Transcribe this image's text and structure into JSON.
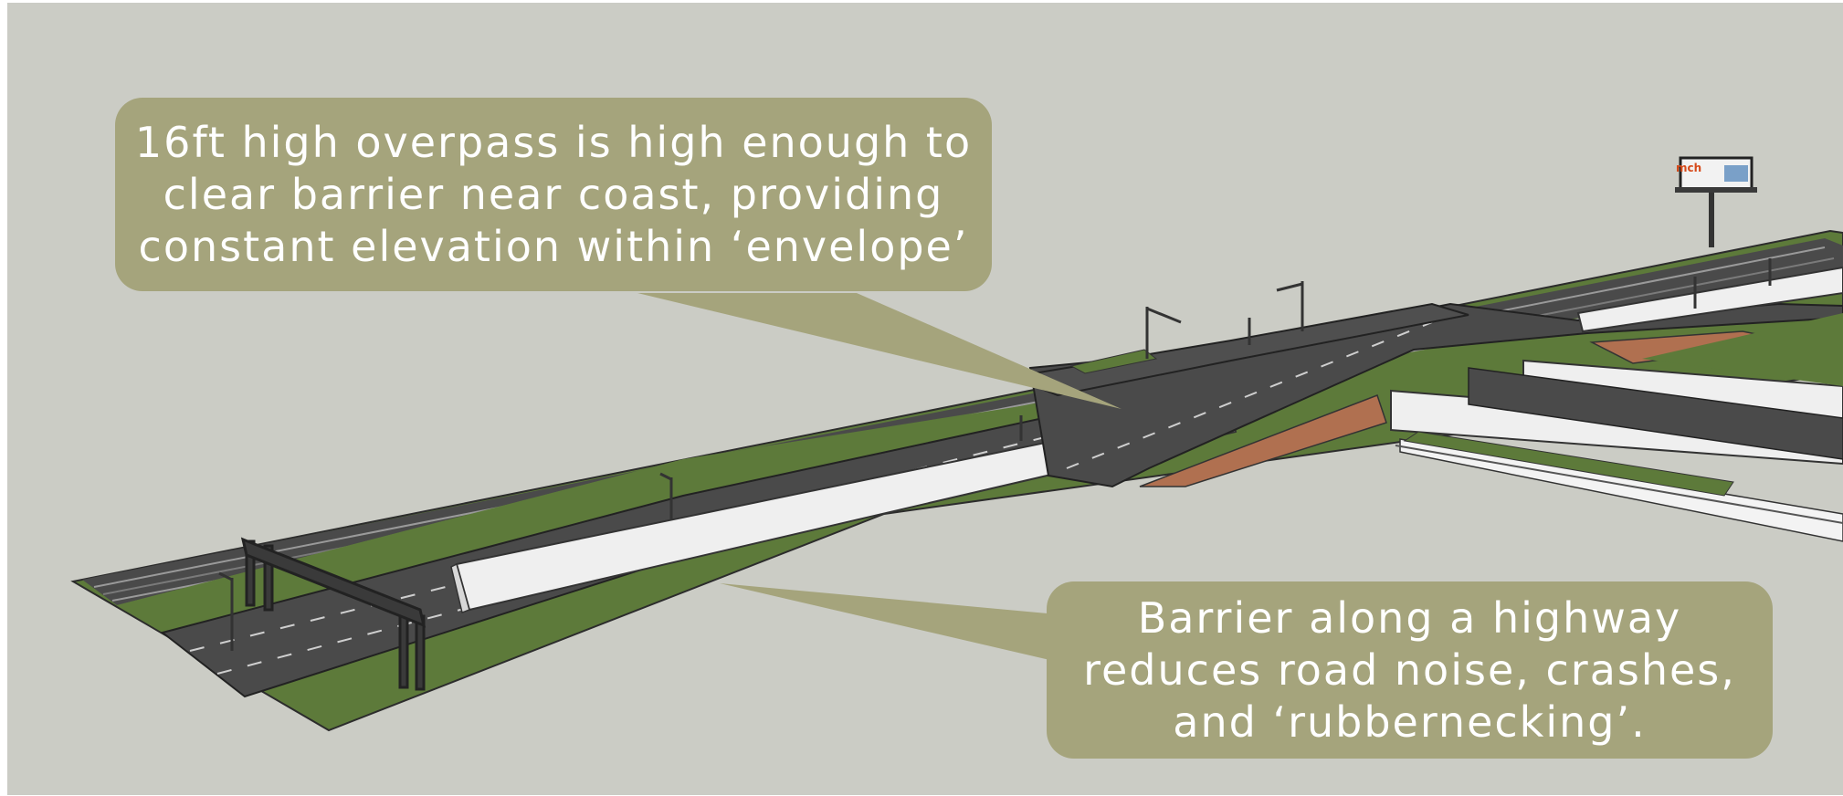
{
  "callouts": {
    "overpass": [
      "16ft high overpass is high enough to",
      "clear barrier near coast, providing",
      "constant elevation within ‘envelope’"
    ],
    "barrier": [
      "Barrier along a highway",
      "reduces road noise, crashes,",
      "and ‘rubbernecking’."
    ]
  },
  "billboard": {
    "brand": "mch"
  },
  "colors": {
    "background": "#cbccc5",
    "callout": "#a5a47c",
    "grass": "#5d7a3a",
    "asphalt": "#4a4a4a",
    "barrier": "#f0f0f0",
    "embankment": "#b07050"
  }
}
